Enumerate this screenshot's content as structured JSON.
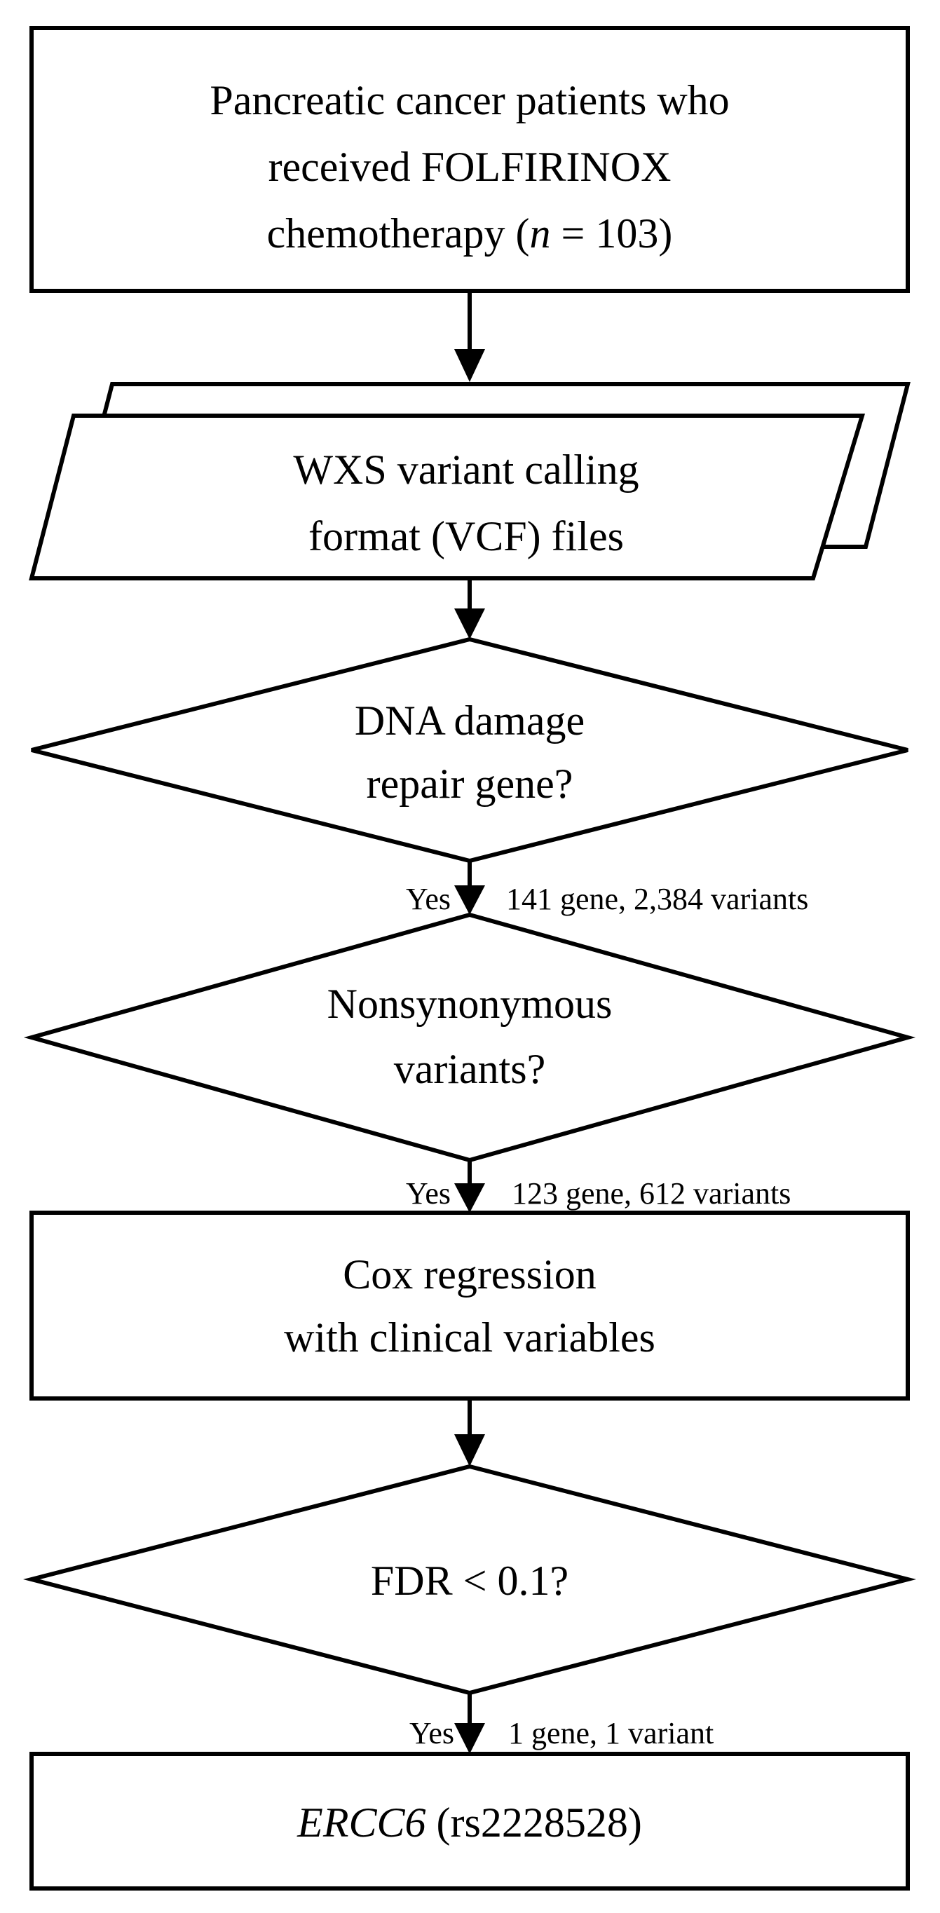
{
  "nodes": {
    "start": {
      "line1": "Pancreatic cancer patients who",
      "line2": "received FOLFIRINOX",
      "line3_prefix": "chemotherapy (",
      "line3_var": "n",
      "line3_suffix": " = 103)"
    },
    "vcf": {
      "line1": "WXS variant calling",
      "line2": "format (VCF) files"
    },
    "ddr": {
      "line1": "DNA damage",
      "line2": "repair gene?"
    },
    "nonsyn": {
      "line1": "Nonsynonymous",
      "line2": "variants?"
    },
    "cox": {
      "line1": "Cox regression",
      "line2": "with clinical variables"
    },
    "fdr": {
      "line1": "FDR < 0.1?"
    },
    "result": {
      "gene": "ERCC6",
      "variant": " (rs2228528)"
    }
  },
  "edges": {
    "ddr_to_nonsyn": {
      "yes": "Yes",
      "count": "141 gene, 2,384 variants"
    },
    "nonsyn_to_cox": {
      "yes": "Yes",
      "count": "123 gene, 612 variants"
    },
    "fdr_to_result": {
      "yes": "Yes",
      "count": "1 gene, 1 variant"
    }
  }
}
